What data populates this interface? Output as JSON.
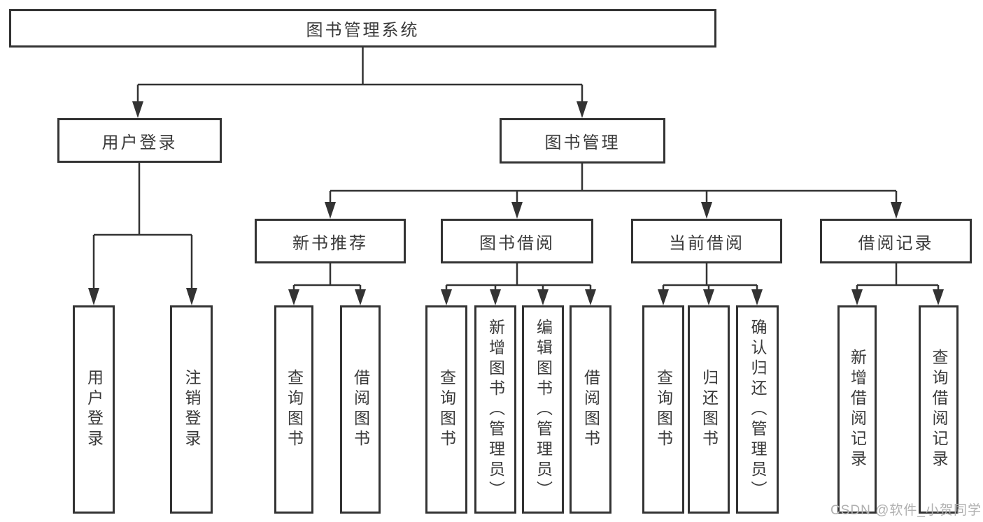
{
  "tree": {
    "label": "图书管理系统",
    "children": [
      {
        "label": "用户登录",
        "children": [
          {
            "label": "用户登录"
          },
          {
            "label": "注销登录"
          }
        ]
      },
      {
        "label": "图书管理",
        "children": [
          {
            "label": "新书推荐",
            "children": [
              {
                "label": "查询图书"
              },
              {
                "label": "借阅图书"
              }
            ]
          },
          {
            "label": "图书借阅",
            "children": [
              {
                "label": "查询图书"
              },
              {
                "label": "新增图书（管理员）"
              },
              {
                "label": "编辑图书（管理员）"
              },
              {
                "label": "借阅图书"
              }
            ]
          },
          {
            "label": "当前借阅",
            "children": [
              {
                "label": "查询图书"
              },
              {
                "label": "归还图书"
              },
              {
                "label": "确认归还（管理员）"
              }
            ]
          },
          {
            "label": "借阅记录",
            "children": [
              {
                "label": "新增借阅记录"
              },
              {
                "label": "查询借阅记录"
              }
            ]
          }
        ]
      }
    ]
  },
  "watermark": {
    "text": "CSDN @软件_小贺同学"
  },
  "colors": {
    "line": "#333333",
    "text": "#3a3a3a",
    "watermark": "#b0b0b0",
    "background": "#ffffff"
  }
}
